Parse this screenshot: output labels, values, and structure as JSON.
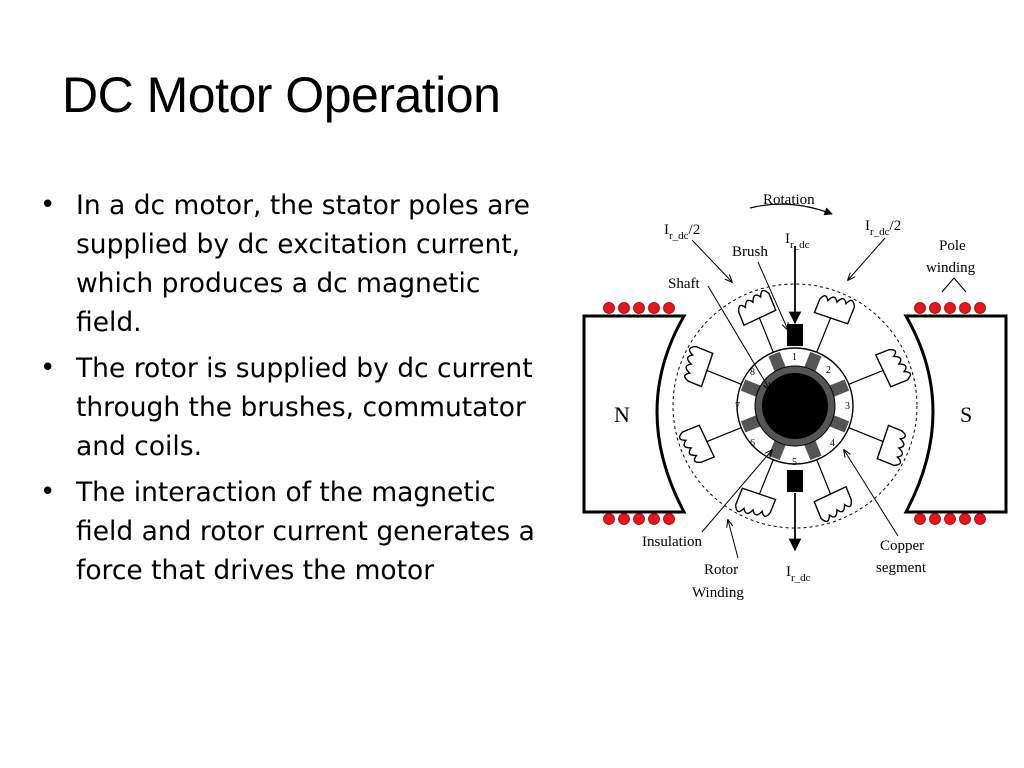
{
  "slide": {
    "title": "DC Motor Operation",
    "bullets": [
      {
        "marker": "•",
        "text": "In a dc motor, the stator poles are supplied by dc excitation current, which produces a dc magnetic field."
      },
      {
        "marker": "•",
        "text": "The rotor is supplied by dc current through the brushes, commutator and coils."
      },
      {
        "marker": "•",
        "text": "The interaction of the magnetic field and rotor current generates a force that drives the motor"
      }
    ]
  },
  "diagram": {
    "labels": {
      "rotation": "Rotation",
      "brush": "Brush",
      "shaft": "Shaft",
      "pole": "Pole",
      "winding": "winding",
      "north": "N",
      "south": "S",
      "insulation": "Insulation",
      "rotor": "Rotor",
      "rotor_winding": "Winding",
      "copper": "Copper",
      "segment": "segment"
    },
    "current": {
      "symbol": "I",
      "subscript": "r_dc",
      "half": "/2"
    },
    "segments": [
      "1",
      "2",
      "3",
      "4",
      "5",
      "6",
      "7",
      "8"
    ],
    "colors": {
      "coil_dots": "#e8141e",
      "core": "#000000",
      "commutator": "#555555"
    }
  }
}
